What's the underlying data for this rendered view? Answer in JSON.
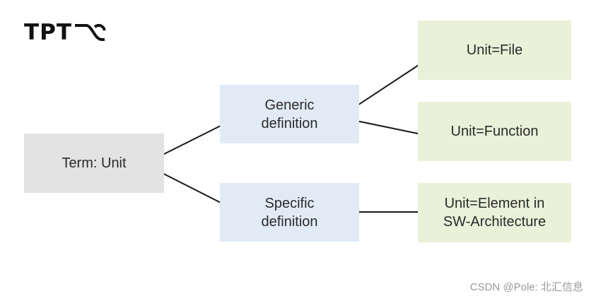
{
  "logo": {
    "text": "TPT",
    "mark": "wave-logo-mark"
  },
  "nodes": {
    "term": {
      "lines": [
        "Term: Unit"
      ]
    },
    "generic": {
      "lines": [
        "Generic",
        "definition"
      ]
    },
    "specific": {
      "lines": [
        "Specific",
        "definition"
      ]
    },
    "file": {
      "lines": [
        "Unit=File"
      ]
    },
    "function": {
      "lines": [
        "Unit=Function"
      ]
    },
    "element": {
      "lines": [
        "Unit=Element in",
        "SW-Architecture"
      ]
    }
  },
  "edges": [
    {
      "from": "term",
      "to": "generic"
    },
    {
      "from": "term",
      "to": "specific"
    },
    {
      "from": "generic",
      "to": "file"
    },
    {
      "from": "generic",
      "to": "function"
    },
    {
      "from": "specific",
      "to": "element"
    }
  ],
  "colors": {
    "term_box": "#e3e3e3",
    "definition_box": "#e1ebf6",
    "unit_box": "#eaf1d9",
    "arrow": "#1a1a1a"
  },
  "watermark": {
    "text": "CSDN @Pole: 北汇信息"
  }
}
